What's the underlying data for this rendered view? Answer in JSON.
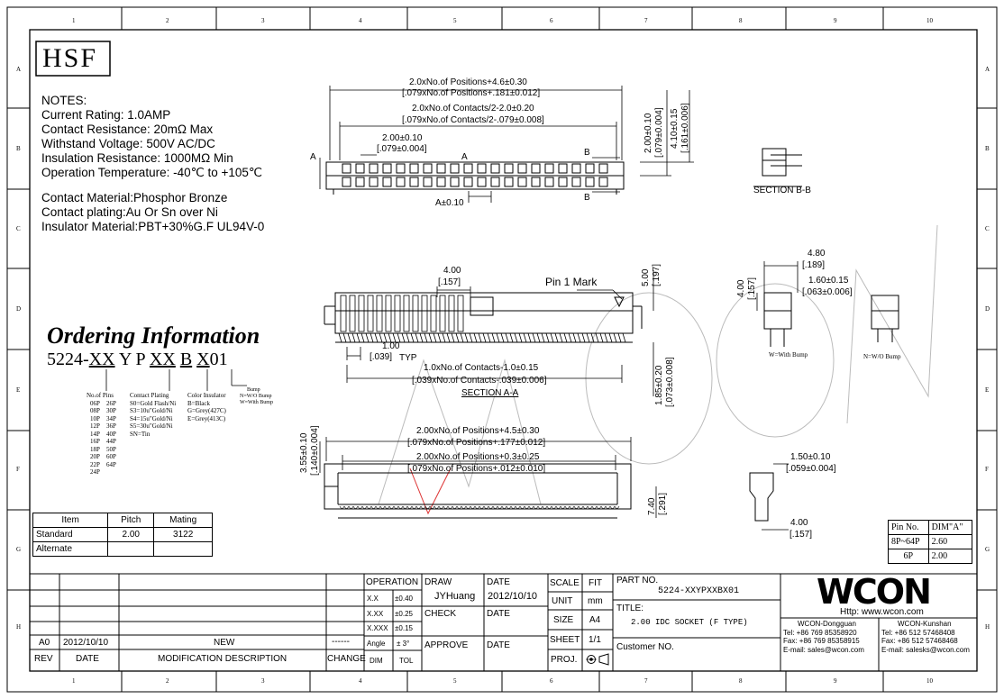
{
  "logo": "HSF",
  "grid": {
    "cols": [
      "1",
      "2",
      "3",
      "4",
      "5",
      "6",
      "7",
      "8",
      "9",
      "10"
    ],
    "rows": [
      "A",
      "B",
      "C",
      "D",
      "E",
      "F",
      "G",
      "H"
    ]
  },
  "notes": {
    "heading": "NOTES:",
    "lines": [
      "Current Rating: 1.0AMP",
      "Contact Resistance: 20mΩ Max",
      "Withstand Voltage: 500V AC/DC",
      "Insulation Resistance: 1000MΩ Min",
      "Operation Temperature: -40℃ to +105℃"
    ],
    "materials": [
      "Contact Material:Phosphor Bronze",
      "Contact plating:Au Or Sn over Ni",
      "Insulator Material:PBT+30%G.F UL94V-0"
    ]
  },
  "ordering": {
    "title": "Ordering Information",
    "code": [
      "5224-",
      "XX",
      "Y",
      "P",
      "XX",
      "B",
      "X",
      "01"
    ],
    "no_of_pins": {
      "label": "No.of Pins",
      "left": [
        "06P",
        "08P",
        "10P",
        "12P",
        "14P",
        "16P",
        "18P",
        "20P",
        "22P",
        "24P"
      ],
      "right": [
        "26P",
        "30P",
        "34P",
        "36P",
        "40P",
        "44P",
        "50P",
        "60P",
        "64P"
      ]
    },
    "contact_plating": {
      "label": "Contact Plating",
      "options": [
        "S0=Gold Flash/Ni",
        "S3=10u\"Gold/Ni",
        "S4=15u\"Gold/Ni",
        "S5=30u\"Gold/Ni",
        "SN=Tin"
      ]
    },
    "color_insulator": {
      "label": "Color Insulator",
      "options": [
        "B=Black",
        "G=Grey(427C)",
        "E=Grey(413C)"
      ]
    },
    "bump": {
      "label": "Bump",
      "options": [
        "N=W/O Bump",
        "W=With Bump"
      ]
    }
  },
  "item_table": {
    "headers": [
      "Item",
      "Pitch",
      "Mating"
    ],
    "rows": [
      [
        "Standard",
        "2.00",
        "3122"
      ],
      [
        "Alternate",
        "",
        ""
      ]
    ]
  },
  "dims": {
    "top1a": "2.0xNo.of Positions+4.6±0.30",
    "top1b": "[.079xNo.of Positions+.181±0.012]",
    "top2a": "2.0xNo.of Contacts/2-2.0±0.20",
    "top2b": "[.079xNo.of Contacts/2-.079±0.008]",
    "top3a": "2.00±0.10",
    "top3b": "[.079±0.004]",
    "a": "A",
    "b": "B",
    "a_tol": "A±0.10",
    "v1a": "2.00±0.10",
    "v1b": "[.079±0.004]",
    "v2a": "4.10±0.15",
    "v2b": "[.161±0.006]",
    "section_bb": "SECTION B-B",
    "mid_400a": "4.00",
    "mid_400b": "[.157]",
    "pin1": "Pin 1 Mark",
    "v500a": "5.00",
    "v500b": "[.197]",
    "d100a": "1.00",
    "d100b": "[.039]",
    "typ": "TYP",
    "c1a": "1.0xNo.of Contacts-1.0±0.15",
    "c1b": "[.039xNo.of Contacts-.039±0.006]",
    "section_aa": "SECTION A-A",
    "v185a": "1.85±0.20",
    "v185b": "[.073±0.008]",
    "r480a": "4.80",
    "r480b": "[.189]",
    "r160a": "1.60±0.15",
    "r160b": "[.063±0.006]",
    "r400a": "4.00",
    "r400b": "[.157]",
    "w_bump": "W=With Bump",
    "n_bump": "N=W/O Bump",
    "b1a": "2.00xNo.of Positions+4.5±0.30",
    "b1b": "[.079xNo.of Positions+.177±0.012]",
    "b2a": "2.00xNo.of Positions+0.3±0.25",
    "b2b": "[.079xNo.of Positions+.012±0.010]",
    "v355a": "3.55±0.10",
    "v355b": "[.140±0.004]",
    "v740a": "7.40",
    "v740b": "[.291]",
    "s150a": "1.50±0.10",
    "s150b": "[.059±0.004]",
    "s400a": "4.00",
    "s400b": "[.157]"
  },
  "dim_table": {
    "headers": [
      "Pin No.",
      "DIM\"A\""
    ],
    "rows": [
      [
        "8P~64P",
        "2.60"
      ],
      [
        "6P",
        "2.00"
      ]
    ]
  },
  "title_block": {
    "rev_row": {
      "rev": "A0",
      "date": "2012/10/10",
      "desc": "NEW",
      "change": "------"
    },
    "labels": {
      "rev": "REV",
      "date": "DATE",
      "mod": "MODIFICATION DESCRIPTION",
      "change": "CHANGE"
    },
    "operation": "OPERATION",
    "tolerances": [
      [
        "X.X",
        "±0.40"
      ],
      [
        "X.XX",
        "±0.25"
      ],
      [
        "X.XXX",
        "±0.15"
      ],
      [
        "Angle",
        "± 3°"
      ]
    ],
    "dim": "DIM",
    "tol": "TOL",
    "draw": "DRAW",
    "draw_name": "JYHuang",
    "check": "CHECK",
    "approve": "APPROVE",
    "date_label": "DATE",
    "draw_date": "2012/10/10",
    "scale": "SCALE",
    "fit": "FIT",
    "unit": "UNIT",
    "unit_val": "mm",
    "size": "SIZE",
    "size_val": "A4",
    "sheet": "SHEET",
    "sheet_val": "1/1",
    "proj": "PROJ.",
    "part_no_label": "PART NO.",
    "part_no": "5224-XXYPXXBX01",
    "title_label": "TITLE:",
    "title": "2.00 IDC SOCKET (F TYPE)",
    "customer_no": "Customer NO.",
    "brand": "WCON",
    "http": "Http:  www.wcon.com",
    "dg_title": "WCON-Dongguan",
    "dg_tel": "Tel: +86 769 85358920",
    "dg_fax": "Fax: +86 769 85358915",
    "dg_mail": "E-mail: sales@wcon.com",
    "ks_title": "WCON-Kunshan",
    "ks_tel": "Tel: +86 512 57468408",
    "ks_fax": "Fax: +86 512 57468468",
    "ks_mail": "E-mail: salesks@wcon.com"
  },
  "watermark": "WCON"
}
